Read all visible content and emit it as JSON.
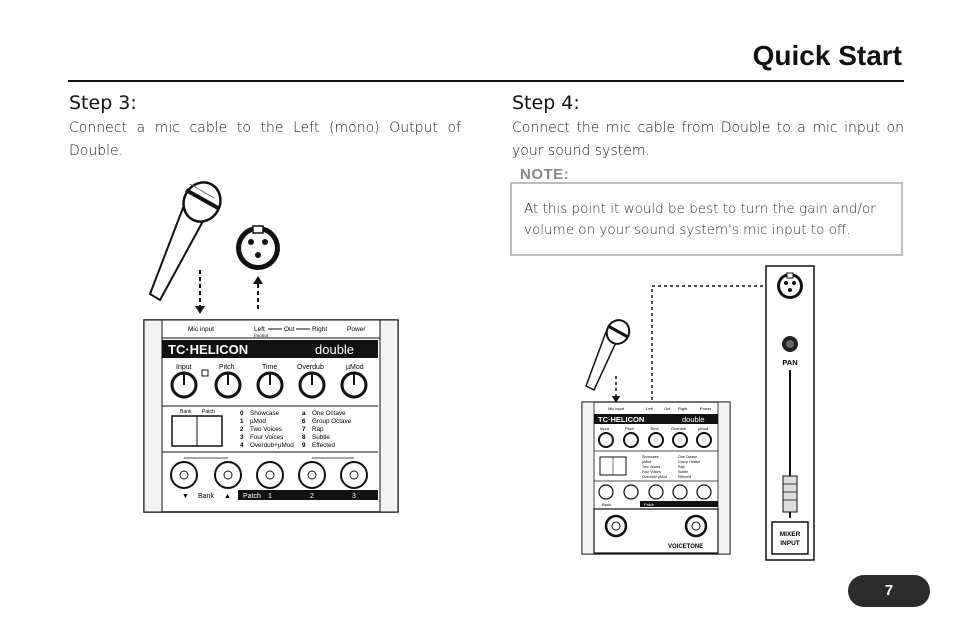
{
  "page_title": "Quick Start",
  "step3": {
    "heading": "Step 3:",
    "body": "Connect a mic cable to the Left (mono) Output of Double."
  },
  "step4": {
    "heading": "Step 4:",
    "body": "Connect the mic cable from Double to a mic input on your sound system."
  },
  "note": {
    "label": "NOTE:",
    "text": "At this point it would be best to turn the gain and/or volume on your sound system's mic input to off."
  },
  "device": {
    "brand": "TC·HELICON",
    "model": "double",
    "top_labels": {
      "mic_input": "Mic input",
      "left": "Left",
      "mono": "(mono)",
      "out": "Out",
      "right": "Right",
      "power": "Power"
    },
    "knobs": [
      "Input",
      "Pitch",
      "Time",
      "Overdub",
      "µMod"
    ],
    "bank_label": "Bank",
    "patch_label": "Patch",
    "patches_left": [
      {
        "n": "0",
        "name": "Showcase"
      },
      {
        "n": "1",
        "name": "µMod"
      },
      {
        "n": "2",
        "name": "Two Voices"
      },
      {
        "n": "3",
        "name": "Four Voices"
      },
      {
        "n": "4",
        "name": "Overdub+µMod"
      }
    ],
    "patches_right": [
      {
        "n": "a",
        "name": "One Octave"
      },
      {
        "n": "6",
        "name": "Group Octave"
      },
      {
        "n": "7",
        "name": "Rap"
      },
      {
        "n": "8",
        "name": "Subtle"
      },
      {
        "n": "9",
        "name": "Effected"
      }
    ],
    "footer": {
      "down": "▼",
      "bank": "Bank",
      "up": "▲",
      "patch": "Patch",
      "p1": "1",
      "p2": "2",
      "p3": "3"
    },
    "voicetone": "VOICETONE"
  },
  "mixer": {
    "pan_label": "PAN",
    "input_label_1": "MIXER",
    "input_label_2": "INPUT"
  },
  "page_number": "7"
}
